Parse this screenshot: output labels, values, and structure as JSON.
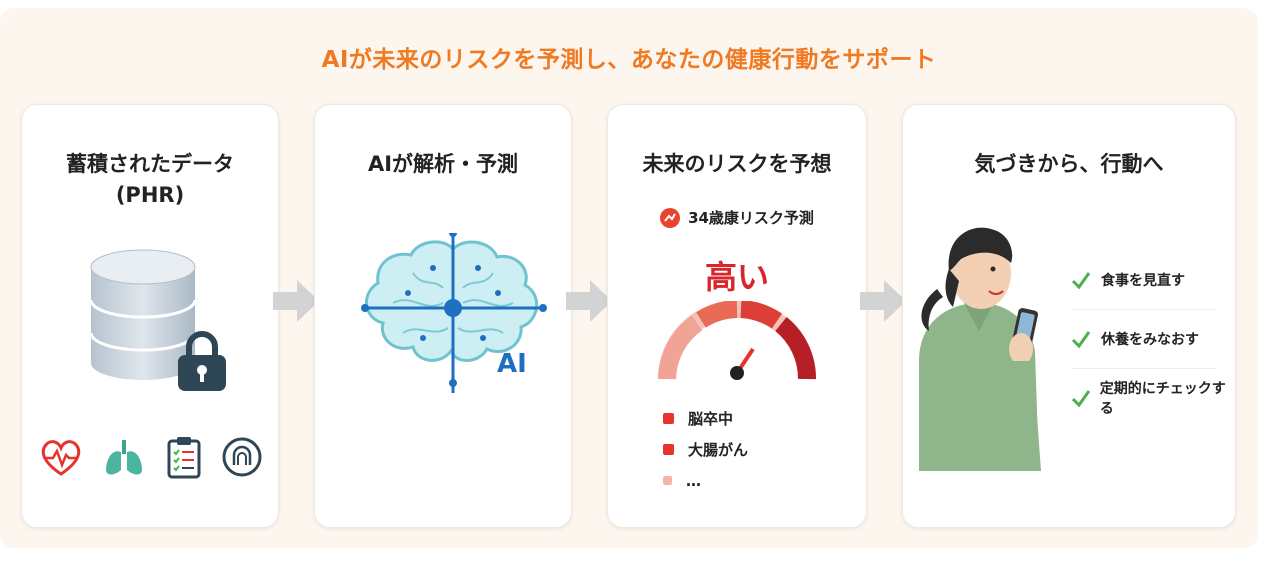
{
  "headline": "AIが未来のリスクを予測し、あなたの健康行動をサポート",
  "steps": [
    {
      "title": "蓄積されたデータ",
      "subtitle": "(PHR)",
      "icons": [
        "database-icon",
        "lock-icon",
        "heart-pulse-icon",
        "lungs-icon",
        "clipboard-checklist-icon",
        "stethoscope-badge-icon"
      ]
    },
    {
      "title": "AIが解析・予測",
      "ai_label": "AI",
      "icons": [
        "ai-brain-icon"
      ]
    },
    {
      "title": "未来のリスクを予想",
      "badge": "34歳康リスク予測",
      "risk_level": "高い",
      "risks": [
        "脳卒中",
        "大腸がん",
        "…"
      ],
      "icons": [
        "risk-gauge-icon"
      ]
    },
    {
      "title": "気づきから、行動へ",
      "actions": [
        "食事を見直す",
        "休養をみなおす",
        "定期的にチェックする"
      ],
      "icons": [
        "woman-with-phone-illustration",
        "check-icon"
      ]
    }
  ],
  "colors": {
    "accent": "#ef7a22",
    "risk": "#d8262b",
    "check": "#4caf50",
    "ai_blue": "#1e6fc0"
  }
}
